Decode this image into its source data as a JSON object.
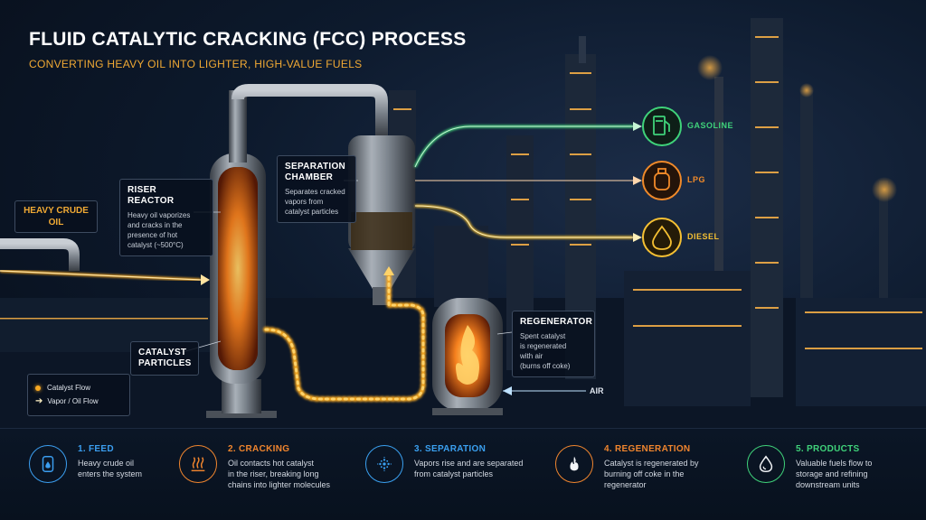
{
  "title": "FLUID CATALYTIC CRACKING (FCC) PROCESS",
  "subtitle": "CONVERTING HEAVY OIL INTO LIGHTER, HIGH-VALUE FUELS",
  "colors": {
    "accent": "#f0a934",
    "gasoline": "#3fd27a",
    "lpg": "#f08a2a",
    "diesel": "#f5c033",
    "feed": "#3b9ef0",
    "separation": "#3aa0f0"
  },
  "feed_label": {
    "line1": "HEAVY CRUDE",
    "line2": "OIL"
  },
  "riser": {
    "title": "RISER REACTOR",
    "desc": [
      "Heavy oil vaporizes",
      "and cracks in the",
      "presence of hot",
      "catalyst (~500°C)"
    ]
  },
  "separation_chamber": {
    "title": [
      "SEPARATION",
      "CHAMBER"
    ],
    "desc": [
      "Separates cracked",
      "vapors from",
      "catalyst particles"
    ]
  },
  "catalyst_particles": {
    "title": [
      "CATALYST",
      "PARTICLES"
    ]
  },
  "regenerator": {
    "title": "REGENERATOR",
    "desc": [
      "Spent catalyst",
      "is regenerated",
      "with air",
      "(burns off coke)"
    ]
  },
  "air_label": "AIR",
  "products": [
    {
      "name": "GASOLINE",
      "icon": "fuel-pump-icon",
      "color": "#3fd27a"
    },
    {
      "name": "LPG",
      "icon": "gas-cylinder-icon",
      "color": "#f08a2a"
    },
    {
      "name": "DIESEL",
      "icon": "oil-drop-icon",
      "color": "#f5c033"
    }
  ],
  "legend": {
    "catalyst": "Catalyst Flow",
    "vapor": "Vapor / Oil Flow"
  },
  "steps": [
    {
      "title": "1. FEED",
      "desc": [
        "Heavy crude oil",
        "enters the system"
      ],
      "icon": "oil-barrel-icon",
      "color": "#3b9ef0"
    },
    {
      "title": "2. CRACKING",
      "desc": [
        "Oil contacts hot catalyst",
        "in the riser, breaking long",
        "chains into lighter molecules"
      ],
      "icon": "heat-waves-icon",
      "color": "#f0852e"
    },
    {
      "title": "3. SEPARATION",
      "desc": [
        "Vapors rise and are separated",
        "from catalyst particles"
      ],
      "icon": "particles-icon",
      "color": "#3aa0f0"
    },
    {
      "title": "4. REGENERATION",
      "desc": [
        "Catalyst is regenerated by",
        "burning off coke in the",
        "regenerator"
      ],
      "icon": "flame-icon",
      "color": "#f0852e"
    },
    {
      "title": "5. PRODUCTS",
      "desc": [
        "Valuable fuels flow to",
        "storage and refining",
        "downstream units"
      ],
      "icon": "drop-icon",
      "color": "#3fd27a"
    }
  ]
}
